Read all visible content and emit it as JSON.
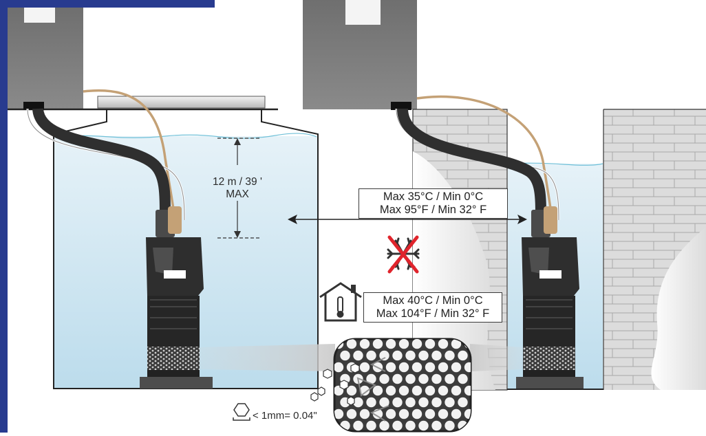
{
  "depth_label": {
    "line1": "12 m / 39 '",
    "line2": "MAX"
  },
  "water_temp": {
    "line1": "Max 35°C / Min 0°C",
    "line2": "Max 95°F / Min 32° F"
  },
  "ambient_temp": {
    "line1": "Max 40°C / Min 0°C",
    "line2": "Max 104°F / Min 32° F"
  },
  "particle_size": "< 1mm= 0.04\"",
  "colors": {
    "corner_accent": "#283b8f",
    "water": "#cfe6f1",
    "pump_body": "#2e2e2e",
    "hose_discharge": "#333333",
    "cable": "#c4a176",
    "building": "#7d7d7d",
    "no_frost_cross": "#e0242c"
  }
}
